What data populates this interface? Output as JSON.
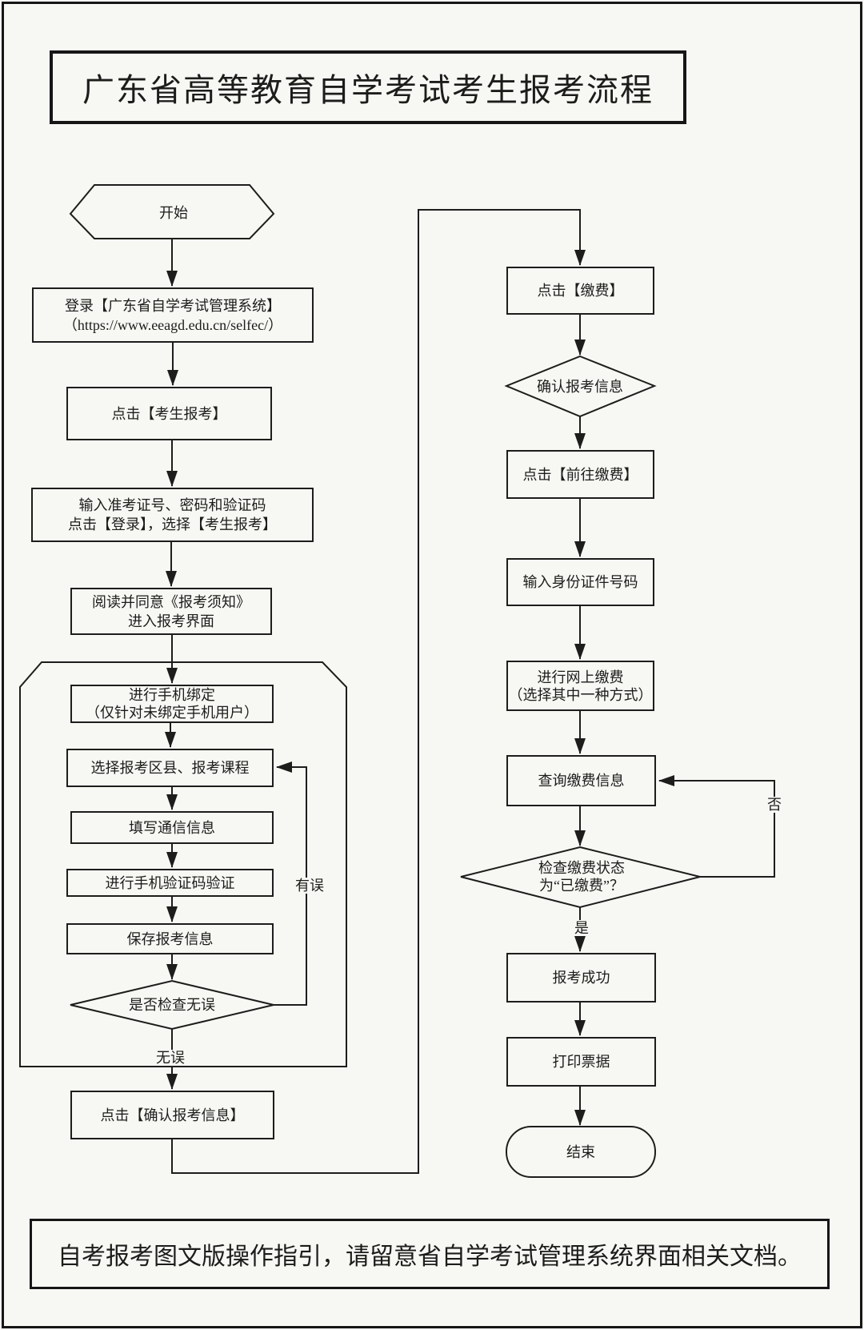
{
  "title": "广东省高等教育自学考试考生报考流程",
  "footer": "自考报考图文版操作指引，请留意省自学考试管理系统界面相关文档。",
  "nodes": {
    "start": "开始",
    "login1": "登录【广东省自学考试管理系统】",
    "login2": "（https://www.eeagd.edu.cn/selfec/）",
    "click_register": "点击【考生报考】",
    "cred1": "输入准考证号、密码和验证码",
    "cred2": "点击【登录】，选择【考生报考】",
    "notice1": "阅读并同意《报考须知》",
    "notice2": "进入报考界面",
    "bind1": "进行手机绑定",
    "bind2": "（仅针对未绑定手机用户）",
    "select_course": "选择报考区县、报考课程",
    "fill_contact": "填写通信信息",
    "verify_phone": "进行手机验证码验证",
    "save_info": "保存报考信息",
    "check_ok": "是否检查无误",
    "confirm_info": "点击【确认报考信息】",
    "click_pay": "点击【缴费】",
    "confirm_reg_info": "确认报考信息",
    "goto_pay": "点击【前往缴费】",
    "input_id": "输入身份证件号码",
    "online_pay1": "进行网上缴费",
    "online_pay2": "（选择其中一种方式）",
    "query_pay": "查询缴费信息",
    "check_paid1": "检查缴费状态",
    "check_paid2": "为“已缴费”？",
    "reg_success": "报考成功",
    "print_receipt": "打印票据",
    "end": "结束"
  },
  "labels": {
    "has_error": "有误",
    "no_error": "无误",
    "yes": "是",
    "no": "否"
  }
}
